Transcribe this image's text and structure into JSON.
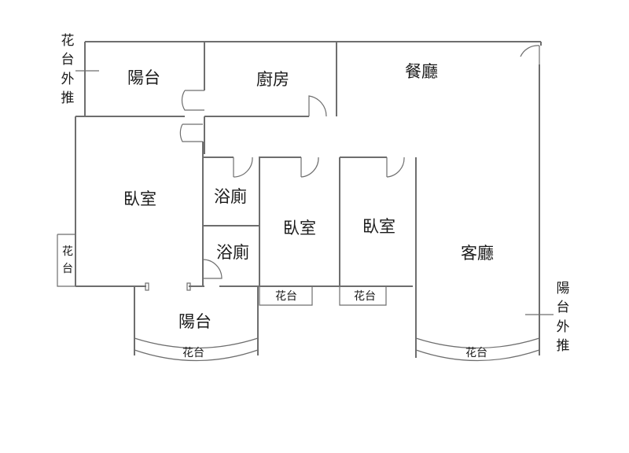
{
  "rooms": {
    "balcony_top": "陽台",
    "kitchen": "廚房",
    "dining": "餐廳",
    "bedroom_left": "臥室",
    "bath_upper": "浴廁",
    "bath_lower": "浴廁",
    "bedroom_middle": "臥室",
    "bedroom_right": "臥室",
    "living": "客廳",
    "balcony_bottom": "陽台"
  },
  "planters": {
    "left_small": [
      "花",
      "台"
    ],
    "middle_a": "花台",
    "middle_b": "花台",
    "balcony_bottom": "花台",
    "living_bottom": "花台"
  },
  "notes": {
    "top_left": [
      "花",
      "台",
      "外",
      "推"
    ],
    "right": [
      "陽",
      "台",
      "外",
      "推"
    ]
  }
}
